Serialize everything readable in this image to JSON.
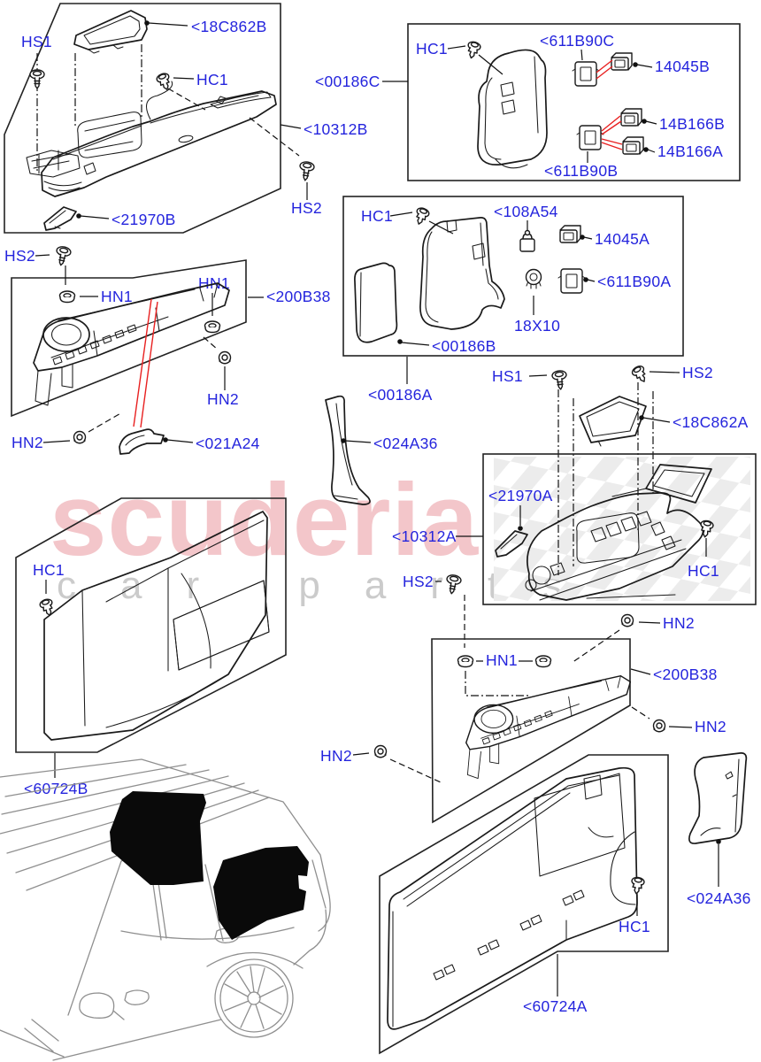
{
  "colors": {
    "background": "#ffffff",
    "label_blue": "#2424dd",
    "line_black": "#1a1a1a",
    "locator_red": "#e82020",
    "watermark_pink": "#f3c6ca",
    "watermark_grey": "#cbcbcb",
    "checker_grey": "#ececec"
  },
  "watermark": {
    "brand": "scuderia",
    "tagline": "car parts"
  },
  "fastener_labels": {
    "hs1": "HS1",
    "hs2": "HS2",
    "hc1": "HC1",
    "hn1": "HN1",
    "hn2": "HN2"
  },
  "part_labels": {
    "c18c862b": "<18C862B",
    "c00186c": "<00186C",
    "c10312b": "<10312B",
    "c21970b": "<21970B",
    "c611b90c": "<611B90C",
    "c14045b": "14045B",
    "c14b166b": "14B166B",
    "c14b166a": "14B166A",
    "c611b90b": "<611B90B",
    "c108a54": "<108A54",
    "c14045a": "14045A",
    "c611b90a": "<611B90A",
    "c18x10": "18X10",
    "c00186b": "<00186B",
    "c00186a": "<00186A",
    "c200b38": "<200B38",
    "c021a24": "<021A24",
    "c024a36": "<024A36",
    "c18c862a": "<18C862A",
    "c21970a": "<21970A",
    "c10312a": "<10312A",
    "c60724b": "<60724B",
    "c60724a": "<60724A"
  }
}
